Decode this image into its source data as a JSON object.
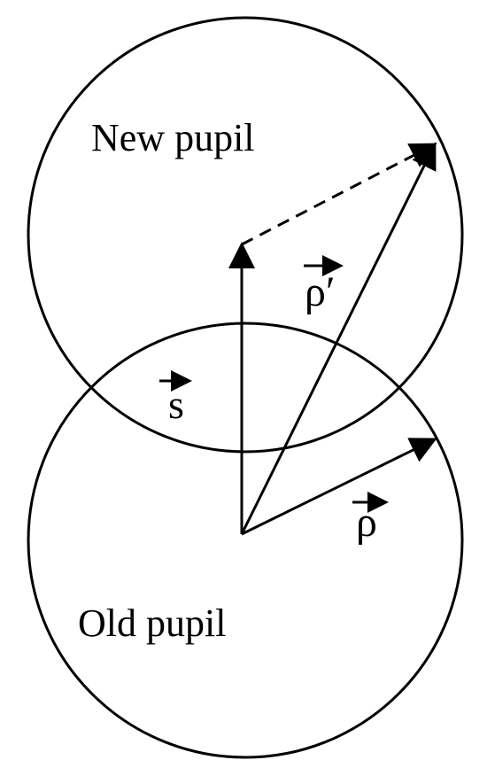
{
  "diagram": {
    "labels": {
      "new_pupil": "New pupil",
      "old_pupil": "Old pupil",
      "vector_s": "s",
      "vector_rho_prime": "ρ′",
      "vector_rho": "ρ"
    },
    "colors": {
      "stroke": "#000000",
      "background": "#ffffff"
    }
  }
}
